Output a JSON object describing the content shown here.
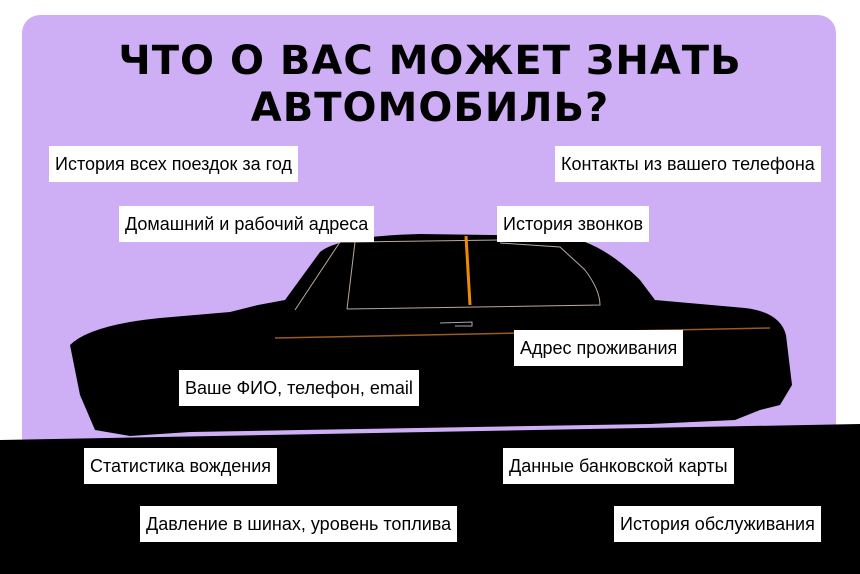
{
  "title_line1": "ЧТО О ВАС МОЖЕТ ЗНАТЬ",
  "title_line2": "АВТОМОБИЛЬ?",
  "labels": [
    "История всех поездок за год",
    "Контакты из вашего телефона",
    "Домашний и рабочий адреса",
    "История звонков",
    "Адрес проживания",
    "Ваше ФИО, телефон, email",
    "Статистика вождения",
    "Данные банковской карты",
    "Давление в шинах, уровень топлива",
    "История обслуживания"
  ],
  "colors": {
    "background": "#ceaff6",
    "accent": "#f08a00",
    "silhouette": "#000000"
  }
}
